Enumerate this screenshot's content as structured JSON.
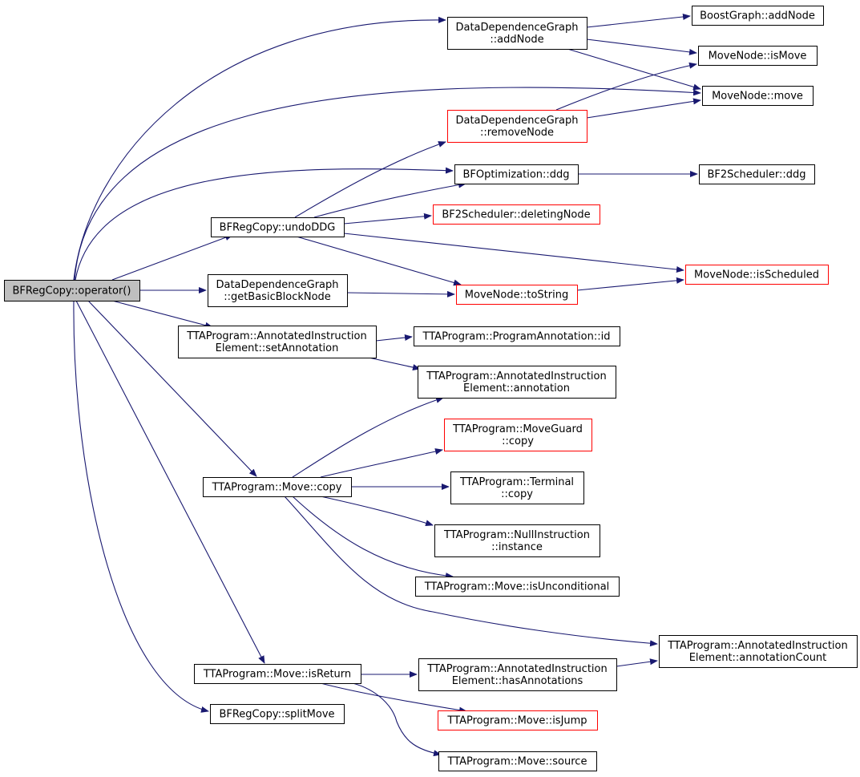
{
  "colors": {
    "edge": "#191970",
    "border": "#000000",
    "border_undocumented": "#ff0000",
    "root_fill": "#bfbfbf",
    "node_fill": "#ffffff"
  },
  "nodes": [
    {
      "id": "root",
      "lines": [
        "BFRegCopy::operator()"
      ],
      "root": true
    },
    {
      "id": "ddg_addNode",
      "lines": [
        "DataDependenceGraph",
        "::addNode"
      ]
    },
    {
      "id": "bg_addNode",
      "lines": [
        "BoostGraph::addNode"
      ]
    },
    {
      "id": "mn_isMove",
      "lines": [
        "MoveNode::isMove"
      ]
    },
    {
      "id": "mn_move",
      "lines": [
        "MoveNode::move"
      ]
    },
    {
      "id": "ddg_removeNode",
      "lines": [
        "DataDependenceGraph",
        "::removeNode"
      ],
      "red": true
    },
    {
      "id": "bfo_ddg",
      "lines": [
        "BFOptimization::ddg"
      ]
    },
    {
      "id": "bf2_ddg",
      "lines": [
        "BF2Scheduler::ddg"
      ]
    },
    {
      "id": "undoDDG",
      "lines": [
        "BFRegCopy::undoDDG"
      ]
    },
    {
      "id": "bf2_deletingNode",
      "lines": [
        "BF2Scheduler::deletingNode"
      ],
      "red": true
    },
    {
      "id": "mn_isScheduled",
      "lines": [
        "MoveNode::isScheduled"
      ],
      "red": true
    },
    {
      "id": "ddg_getBBN",
      "lines": [
        "DataDependenceGraph",
        "::getBasicBlockNode"
      ]
    },
    {
      "id": "mn_toString",
      "lines": [
        "MoveNode::toString"
      ],
      "red": true
    },
    {
      "id": "aie_setAnnotation",
      "lines": [
        "TTAProgram::AnnotatedInstruction",
        "Element::setAnnotation"
      ]
    },
    {
      "id": "pa_id",
      "lines": [
        "TTAProgram::ProgramAnnotation::id"
      ]
    },
    {
      "id": "aie_annotation",
      "lines": [
        "TTAProgram::AnnotatedInstruction",
        "Element::annotation"
      ]
    },
    {
      "id": "mg_copy",
      "lines": [
        "TTAProgram::MoveGuard",
        "::copy"
      ],
      "red": true
    },
    {
      "id": "move_copy",
      "lines": [
        "TTAProgram::Move::copy"
      ]
    },
    {
      "id": "term_copy",
      "lines": [
        "TTAProgram::Terminal",
        "::copy"
      ]
    },
    {
      "id": "ni_instance",
      "lines": [
        "TTAProgram::NullInstruction",
        "::instance"
      ]
    },
    {
      "id": "move_isUncond",
      "lines": [
        "TTAProgram::Move::isUnconditional"
      ]
    },
    {
      "id": "aie_annotationCount",
      "lines": [
        "TTAProgram::AnnotatedInstruction",
        "Element::annotationCount"
      ]
    },
    {
      "id": "move_isReturn",
      "lines": [
        "TTAProgram::Move::isReturn"
      ]
    },
    {
      "id": "aie_hasAnnotations",
      "lines": [
        "TTAProgram::AnnotatedInstruction",
        "Element::hasAnnotations"
      ]
    },
    {
      "id": "splitMove",
      "lines": [
        "BFRegCopy::splitMove"
      ]
    },
    {
      "id": "move_isJump",
      "lines": [
        "TTAProgram::Move::isJump"
      ],
      "red": true
    },
    {
      "id": "move_source",
      "lines": [
        "TTAProgram::Move::source"
      ]
    }
  ],
  "edges": [
    [
      "root",
      "ddg_addNode"
    ],
    [
      "root",
      "mn_move"
    ],
    [
      "root",
      "bfo_ddg"
    ],
    [
      "root",
      "undoDDG"
    ],
    [
      "root",
      "ddg_getBBN"
    ],
    [
      "root",
      "aie_setAnnotation"
    ],
    [
      "root",
      "move_copy"
    ],
    [
      "root",
      "move_isReturn"
    ],
    [
      "root",
      "splitMove"
    ],
    [
      "ddg_addNode",
      "bg_addNode"
    ],
    [
      "ddg_addNode",
      "mn_isMove"
    ],
    [
      "ddg_addNode",
      "mn_move"
    ],
    [
      "ddg_removeNode",
      "mn_isMove"
    ],
    [
      "ddg_removeNode",
      "mn_move"
    ],
    [
      "bfo_ddg",
      "bf2_ddg"
    ],
    [
      "undoDDG",
      "ddg_removeNode"
    ],
    [
      "undoDDG",
      "bfo_ddg"
    ],
    [
      "undoDDG",
      "bf2_deletingNode"
    ],
    [
      "undoDDG",
      "mn_isScheduled"
    ],
    [
      "undoDDG",
      "mn_toString"
    ],
    [
      "ddg_getBBN",
      "mn_toString"
    ],
    [
      "mn_toString",
      "mn_isScheduled"
    ],
    [
      "aie_setAnnotation",
      "pa_id"
    ],
    [
      "aie_setAnnotation",
      "aie_annotation"
    ],
    [
      "move_copy",
      "aie_annotation"
    ],
    [
      "move_copy",
      "mg_copy"
    ],
    [
      "move_copy",
      "term_copy"
    ],
    [
      "move_copy",
      "ni_instance"
    ],
    [
      "move_copy",
      "move_isUncond"
    ],
    [
      "move_copy",
      "aie_annotationCount"
    ],
    [
      "move_isReturn",
      "aie_hasAnnotations"
    ],
    [
      "move_isReturn",
      "move_isJump"
    ],
    [
      "move_isReturn",
      "move_source"
    ],
    [
      "aie_hasAnnotations",
      "aie_annotationCount"
    ]
  ]
}
